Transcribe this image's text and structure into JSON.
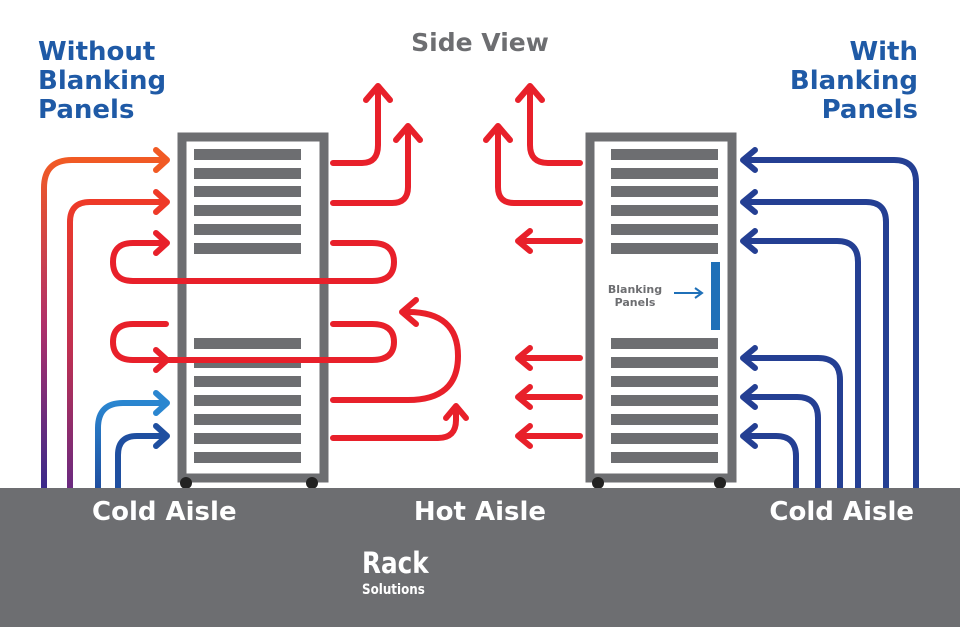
{
  "title": "Side View",
  "left_label": [
    "Without",
    "Blanking",
    "Panels"
  ],
  "right_label": [
    "With",
    "Blanking",
    "Panels"
  ],
  "aisles": {
    "left": "Cold Aisle",
    "middle": "Hot Aisle",
    "right": "Cold Aisle"
  },
  "blanking_panels_label": [
    "Blanking",
    "Panels"
  ],
  "logo": {
    "word1": "Rack",
    "word2": "Solutions"
  },
  "colors": {
    "hot": "#e8202a",
    "cold": "#243f93",
    "rack": "#6d6e71",
    "label": "#1f5aa6",
    "warm": "#f15a24"
  },
  "icons": [
    "arrow-up-icon",
    "arrow-right-icon",
    "arrow-left-icon",
    "rack-icon",
    "caster-icon",
    "logo-mark-icon"
  ]
}
